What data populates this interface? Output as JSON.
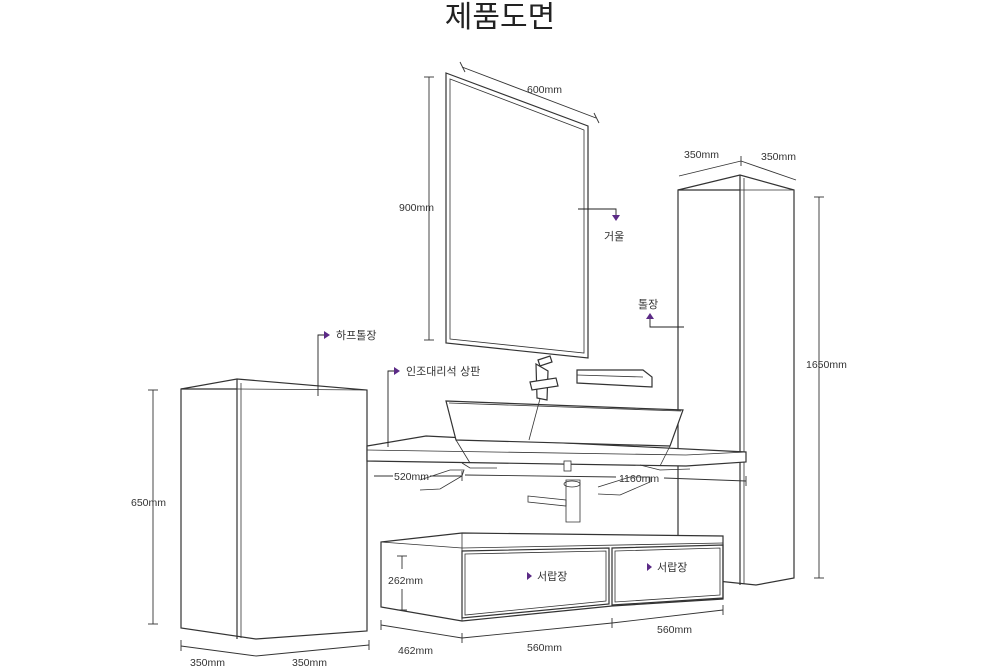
{
  "title": "제품도면",
  "labels": {
    "mirror": "거울",
    "tall_cabinet": "톨장",
    "half_cabinet": "하프톨장",
    "top": "인조대리석 상판",
    "drawer1": "서랍장",
    "drawer2": "서랍장"
  },
  "dims": {
    "mirror_w": "600mm",
    "mirror_h": "900mm",
    "tall_d": "350mm",
    "tall_w": "350mm",
    "tall_h": "1650mm",
    "half_h": "650mm",
    "half_d": "350mm",
    "half_w": "350mm",
    "top_depth": "520mm",
    "top_w": "1160mm",
    "drawer_h": "262mm",
    "drawer_d": "462mm",
    "drawer_w1": "560mm",
    "drawer_w2": "560mm"
  },
  "colors": {
    "arrow": "#5b2a86",
    "line": "#333333"
  }
}
